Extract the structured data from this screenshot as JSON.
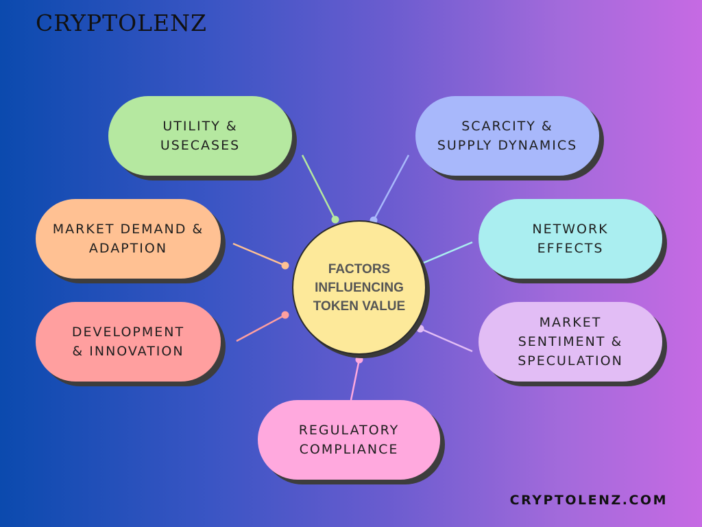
{
  "brand": "CRYPTOLENZ",
  "footer": "CRYPTOLENZ.COM",
  "center": {
    "lines": [
      "FACTORS",
      "INFLUENCING",
      "TOKEN VALUE"
    ],
    "color": "#fde99a"
  },
  "factors": {
    "utility": {
      "lines": [
        "UTILITY &",
        "USECASES"
      ],
      "color": "#b5e8a0"
    },
    "scarcity": {
      "lines": [
        "SCARCITY &",
        "SUPPLY DYNAMICS"
      ],
      "color": "#a8b8fb"
    },
    "market_demand": {
      "lines": [
        "MARKET DEMAND &",
        "ADAPTION"
      ],
      "color": "#ffc193"
    },
    "network": {
      "lines": [
        "NETWORK",
        "EFFECTS"
      ],
      "color": "#aaeef0"
    },
    "development": {
      "lines": [
        "DEVELOPMENT",
        "& INNOVATION"
      ],
      "color": "#ff9f9f"
    },
    "sentiment": {
      "lines": [
        "MARKET",
        "SENTIMENT &",
        "SPECULATION"
      ],
      "color": "#e2bdf5"
    },
    "regulatory": {
      "lines": [
        "REGULATORY",
        "COMPLIANCE"
      ],
      "color": "#ffa9de"
    }
  }
}
